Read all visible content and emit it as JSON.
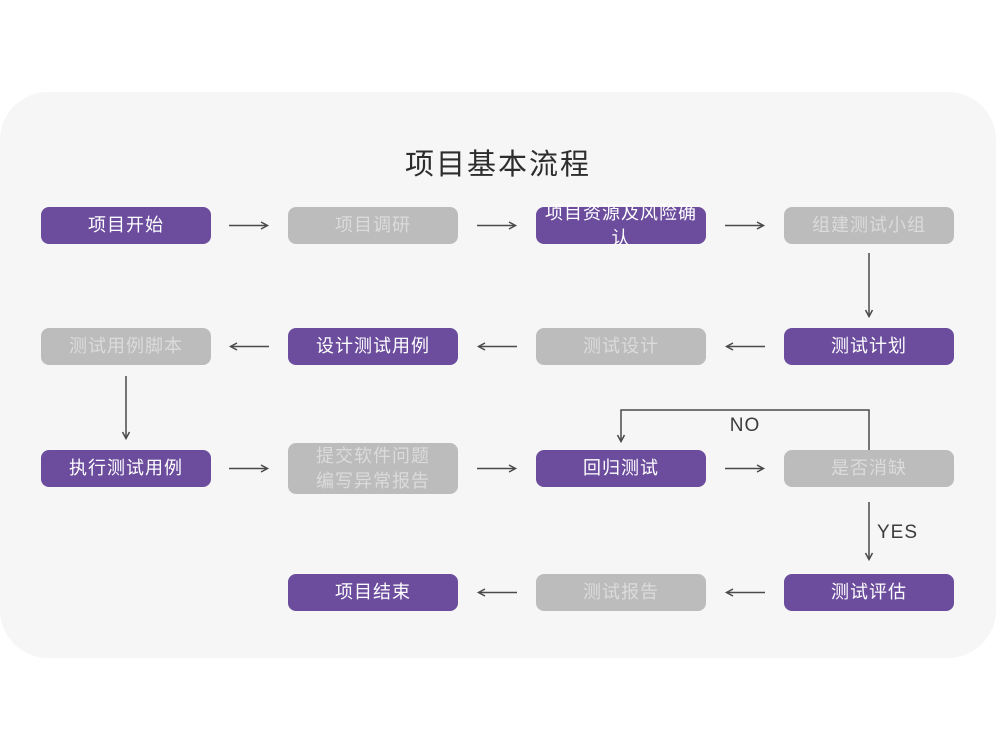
{
  "title": "项目基本流程",
  "colors": {
    "purple": "#6B4C9D",
    "gray": "#BCBCBC",
    "gray_text": "#DBDBDB",
    "card_bg": "#F6F6F7",
    "arrow": "#4A4A4B",
    "title_text": "#2D2D2D",
    "label_text": "#3C3C3C"
  },
  "branch_labels": {
    "no": "NO",
    "yes": "YES"
  },
  "nodes": [
    {
      "id": "project-start",
      "label": "项目开始",
      "style": "purple"
    },
    {
      "id": "project-research",
      "label": "项目调研",
      "style": "gray"
    },
    {
      "id": "resources-risk",
      "label": "项目资源及风险确认",
      "style": "purple"
    },
    {
      "id": "build-test-team",
      "label": "组建测试小组",
      "style": "gray"
    },
    {
      "id": "test-plan",
      "label": "测试计划",
      "style": "purple"
    },
    {
      "id": "test-design",
      "label": "测试设计",
      "style": "gray"
    },
    {
      "id": "design-test-cases",
      "label": "设计测试用例",
      "style": "purple"
    },
    {
      "id": "test-case-script",
      "label": "测试用例脚本",
      "style": "gray"
    },
    {
      "id": "execute-test-cases",
      "label": "执行测试用例",
      "style": "purple"
    },
    {
      "id": "submit-issue-report",
      "label": "提交软件问题\n编写异常报告",
      "style": "gray"
    },
    {
      "id": "regression-test",
      "label": "回归测试",
      "style": "purple"
    },
    {
      "id": "defect-cleared",
      "label": "是否消缺",
      "style": "gray"
    },
    {
      "id": "test-evaluation",
      "label": "测试评估",
      "style": "purple"
    },
    {
      "id": "test-report",
      "label": "测试报告",
      "style": "gray"
    },
    {
      "id": "project-end",
      "label": "项目结束",
      "style": "purple"
    }
  ]
}
